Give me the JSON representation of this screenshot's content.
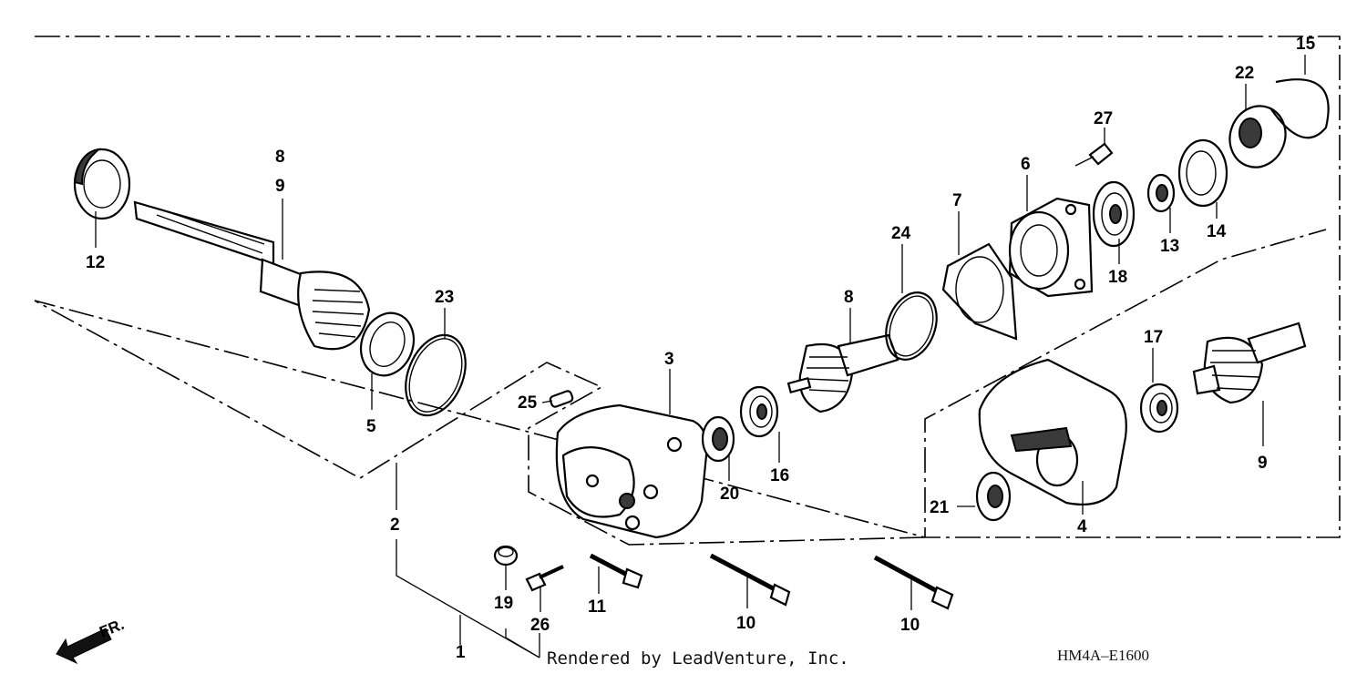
{
  "watermark": "Rendered by LeadVenture, Inc.",
  "diagram_code": "HM4A–E1600",
  "front_indicator": "FR.",
  "callouts": {
    "c1": "1",
    "c2": "2",
    "c3": "3",
    "c4": "4",
    "c5": "5",
    "c6": "6",
    "c7": "7",
    "c8a": "8",
    "c8b": "8",
    "c9a": "9",
    "c9b": "9",
    "c10a": "10",
    "c10b": "10",
    "c11": "11",
    "c12": "12",
    "c13": "13",
    "c14": "14",
    "c15": "15",
    "c16": "16",
    "c17": "17",
    "c18": "18",
    "c19": "19",
    "c20": "20",
    "c21": "21",
    "c22": "22",
    "c23": "23",
    "c24": "24",
    "c25": "25",
    "c26": "26",
    "c27": "27"
  }
}
